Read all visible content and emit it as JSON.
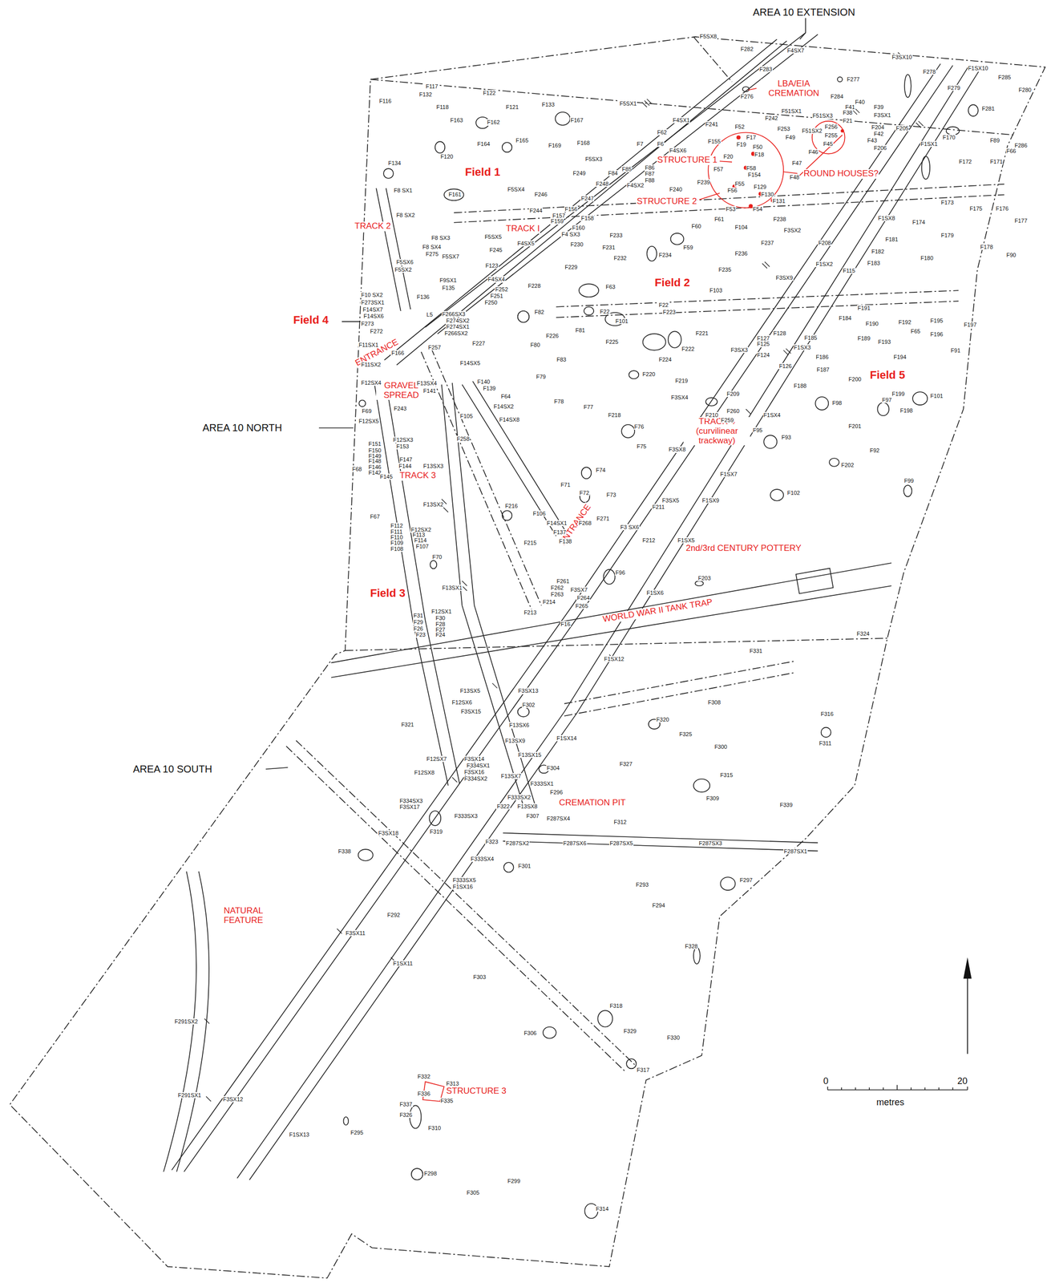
{
  "diagram": {
    "labels": [
      "AREA 10 EXTENSION",
      "AREA 10 NORTH",
      "AREA 10 SOUTH",
      "Field 1",
      "Field 2",
      "Field 3",
      "Field 4",
      "Field 5",
      "LBA/EIA CREMATION",
      "STRUCTURE 1",
      "ROUND HOUSES?",
      "STRUCTURE 2",
      "TRACK I",
      "TRACK 2",
      "ENTRANCE",
      "GRAVEL SPREAD",
      "TRACK 3",
      "TRACK 4 (curvilinear trackway)",
      "ENTRANCE",
      "2nd/3rd CENTURY POTTERY",
      "WORLD WAR II TANK TRAP",
      "CREMATION PIT",
      "NATURAL FEATURE",
      "STRUCTURE 3",
      "0",
      "20",
      "metres",
      "F5SX8",
      "F282",
      "F4SX7",
      "F283",
      "F277",
      "F3SX10",
      "F1SX10",
      "F278",
      "F285",
      "F280",
      "F279",
      "F276",
      "F284",
      "F117",
      "F132",
      "F116",
      "F118",
      "F122",
      "F121",
      "F133",
      "F5SX1",
      "F167",
      "F163",
      "F162",
      "F165",
      "F164",
      "F169",
      "F168",
      "F4SX1",
      "F241",
      "F52",
      "F242",
      "F253",
      "F51SX1",
      "F51SX3",
      "F51SX2",
      "F40",
      "F41",
      "F38",
      "F39",
      "F3SX1",
      "F21",
      "F256",
      "F204",
      "F205",
      "F42",
      "F43",
      "F255",
      "F45",
      "F49",
      "F46",
      "F206",
      "F281",
      "F286",
      "F170",
      "F1SX1",
      "F89",
      "F66",
      "F171",
      "F172",
      "F155",
      "F17",
      "F19",
      "F50",
      "F18",
      "F20",
      "F47",
      "F58",
      "F57",
      "F154",
      "F48",
      "F239",
      "F55",
      "F129",
      "F56",
      "F130",
      "F131",
      "F53",
      "F54",
      "F238",
      "F62",
      "F7",
      "F6",
      "F4SX6",
      "F5SX3",
      "F86",
      "F85",
      "F84",
      "F87",
      "F88",
      "F4SX2",
      "F249",
      "F248",
      "F240",
      "F5SX4",
      "F246",
      "F247",
      "F134",
      "F120",
      "F161",
      "F8 SX1",
      "F8 SX2",
      "F8 SX3",
      "F8 SX4",
      "F275",
      "F5SX7",
      "F5SX5",
      "F5SX6",
      "F5SX2",
      "F244",
      "F156",
      "F157",
      "F159",
      "F158",
      "F160",
      "F4 SX3",
      "F233",
      "F230",
      "F231",
      "F232",
      "F234",
      "F4SX5",
      "F229",
      "F245",
      "F60",
      "F61",
      "F104",
      "F237",
      "F59",
      "F236",
      "F235",
      "F208",
      "F1SX2",
      "F115",
      "F3SX2",
      "F3SX9",
      "F1SX8",
      "F173",
      "F174",
      "F175",
      "F176",
      "F177",
      "F181",
      "F179",
      "F178",
      "F182",
      "F183",
      "F180",
      "F90",
      "F9SX1",
      "F135",
      "F123",
      "F4SX4",
      "F252",
      "F251",
      "F250",
      "F228",
      "F63",
      "F103",
      "F10 SX2",
      "F273SX1",
      "F136",
      "F14SX7",
      "F14SX6",
      "F273",
      "F272",
      "L5",
      "F266SX3",
      "F274SX2",
      "F274SX1",
      "F266SX2",
      "F82",
      "F226",
      "F81",
      "F22",
      "F22",
      "F223",
      "F101",
      "F225",
      "F221",
      "F80",
      "F11SX1",
      "F227",
      "F166",
      "F257",
      "F14SX5",
      "F11SX2",
      "F3SX3",
      "F224",
      "F222",
      "F83",
      "F184",
      "F191",
      "F190",
      "F192",
      "F65",
      "F195",
      "F196",
      "F197",
      "F185",
      "F189",
      "F193",
      "F194",
      "F91",
      "F128",
      "F127",
      "F125",
      "F124",
      "F1SX3",
      "F126",
      "F186",
      "F187",
      "F188",
      "F200",
      "F12SX4",
      "F13SX4",
      "F141",
      "F140",
      "F139",
      "F64",
      "F79",
      "F220",
      "F219",
      "F3SX4",
      "F69",
      "F12SX5",
      "F243",
      "F105",
      "F14SX2",
      "F14SX8",
      "F78",
      "F77",
      "F218",
      "F210",
      "F209",
      "F1SX4",
      "F260",
      "F259",
      "F95",
      "F98",
      "F97",
      "F199",
      "F101",
      "F198",
      "F201",
      "F93",
      "F76",
      "F75",
      "F3SX8",
      "F258",
      "F151",
      "F12SX3",
      "F153",
      "F150",
      "F149",
      "F148",
      "F147",
      "F146",
      "F142",
      "F144",
      "F145",
      "F68",
      "F13SX3",
      "F92",
      "F202",
      "F1SX7",
      "F74",
      "F13SX2",
      "F216",
      "F71",
      "F72",
      "F73",
      "F3SX5",
      "F211",
      "F1SX9",
      "F99",
      "F102",
      "F67",
      "F112",
      "F12SX2",
      "F111",
      "F113",
      "F110",
      "F114",
      "F109",
      "F107",
      "F108",
      "F14SX1",
      "F268",
      "F271",
      "F3 SX6",
      "F106",
      "F137",
      "F138",
      "F212",
      "F1SX5",
      "F215",
      "F70",
      "F96",
      "F203",
      "F13SX1",
      "F261",
      "F262",
      "F3SX7",
      "F263",
      "F264",
      "F214",
      "F265",
      "F1SX6",
      "F213",
      "F16",
      "F12SX1",
      "F31",
      "F30",
      "F29",
      "F28",
      "F26",
      "F27",
      "F23",
      "F24",
      "F324",
      "F331",
      "F1SX12",
      "F13SX5",
      "F3SX13",
      "F12SX6",
      "F302",
      "F3SX15",
      "F13SX6",
      "F321",
      "F308",
      "F1SX14",
      "F13SX9",
      "F320",
      "F325",
      "F316",
      "F311",
      "F300",
      "F13SX15",
      "F12SX7",
      "F3SX14",
      "F334SX1",
      "F3SX16",
      "F334SX2",
      "F12SX8",
      "F13SX7",
      "F304",
      "F327",
      "F315",
      "F333SX1",
      "F296",
      "F309",
      "F339",
      "F334SX3",
      "F3SX17",
      "F333SX2",
      "F322",
      "F13SX8",
      "F287SX4",
      "F312",
      "F333SX3",
      "F307",
      "F319",
      "F3SX18",
      "F323",
      "F287SX2",
      "F287SX6",
      "F287SX5",
      "F287SX3",
      "F287SX1",
      "F338",
      "F333SX4",
      "F301",
      "F333SX5",
      "F1SX16",
      "F297",
      "F293",
      "F294",
      "F292",
      "F3SX11",
      "F328",
      "F1SX11",
      "F303",
      "F318",
      "F306",
      "F329",
      "F330",
      "F317",
      "F291SX2",
      "F291SX1",
      "F3SX12",
      "F332",
      "F313",
      "F336",
      "F337",
      "F335",
      "F326",
      "F310",
      "F295",
      "F1SX13",
      "F298",
      "F299",
      "F305",
      "F314"
    ]
  }
}
